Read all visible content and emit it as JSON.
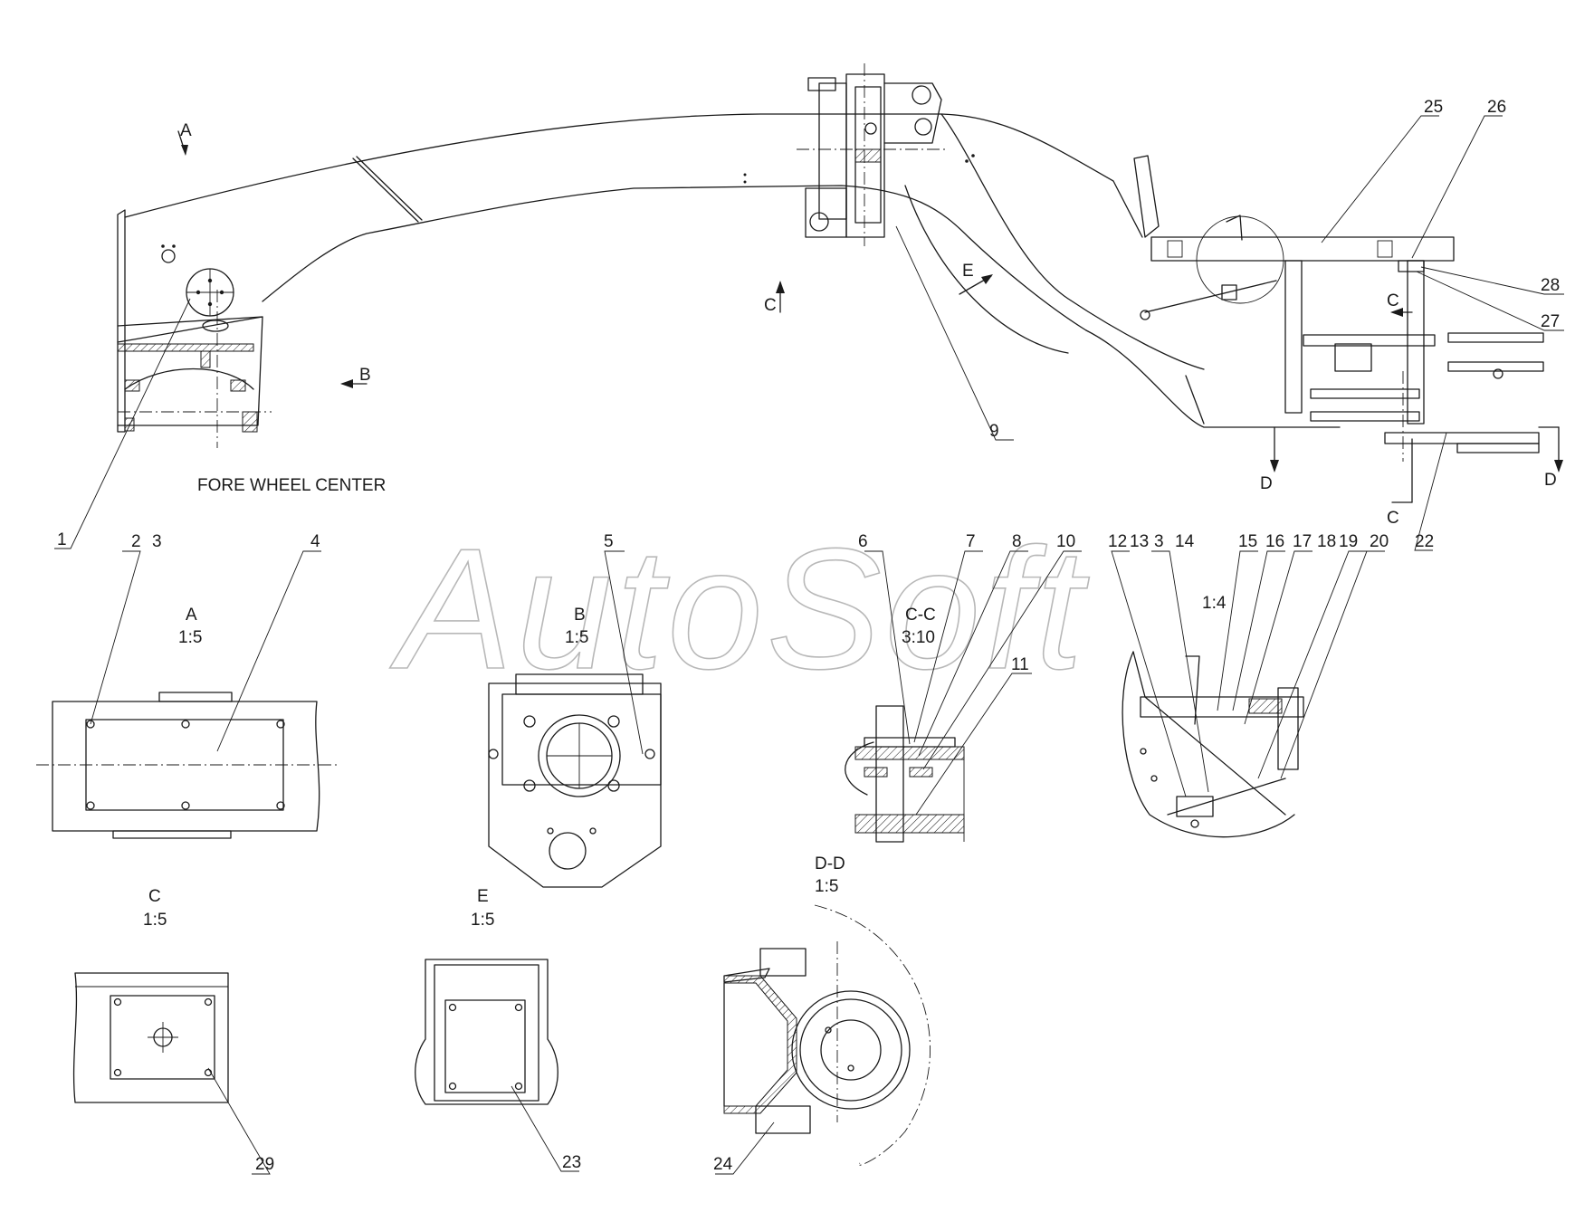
{
  "watermark": "AutoSoft",
  "caption": "FORE WHEEL CENTER",
  "view_arrows": {
    "a": "A",
    "b": "B",
    "c1": "C",
    "c2": "C",
    "c3": "C",
    "d1": "D",
    "d2": "D",
    "e": "E"
  },
  "views": {
    "a": {
      "name": "A",
      "scale": "1:5"
    },
    "b": {
      "name": "B",
      "scale": "1:5"
    },
    "cc": {
      "name": "C-C",
      "scale": "3:10"
    },
    "detail": {
      "scale": "1:4"
    },
    "c": {
      "name": "C",
      "scale": "1:5"
    },
    "e": {
      "name": "E",
      "scale": "1:5"
    },
    "dd": {
      "name": "D-D",
      "scale": "1:5"
    }
  },
  "callouts": {
    "n1": "1",
    "n2": "2",
    "n3": "3",
    "n4": "4",
    "n5": "5",
    "n6": "6",
    "n7": "7",
    "n8": "8",
    "n9": "9",
    "n10": "10",
    "n11": "11",
    "n12": "12",
    "n13": "13",
    "n3b": "3",
    "n14": "14",
    "n15": "15",
    "n16": "16",
    "n17": "17",
    "n18": "18",
    "n19": "19",
    "n20": "20",
    "n22": "22",
    "n23": "23",
    "n24": "24",
    "n25": "25",
    "n26": "26",
    "n27": "27",
    "n28": "28",
    "n29": "29"
  }
}
